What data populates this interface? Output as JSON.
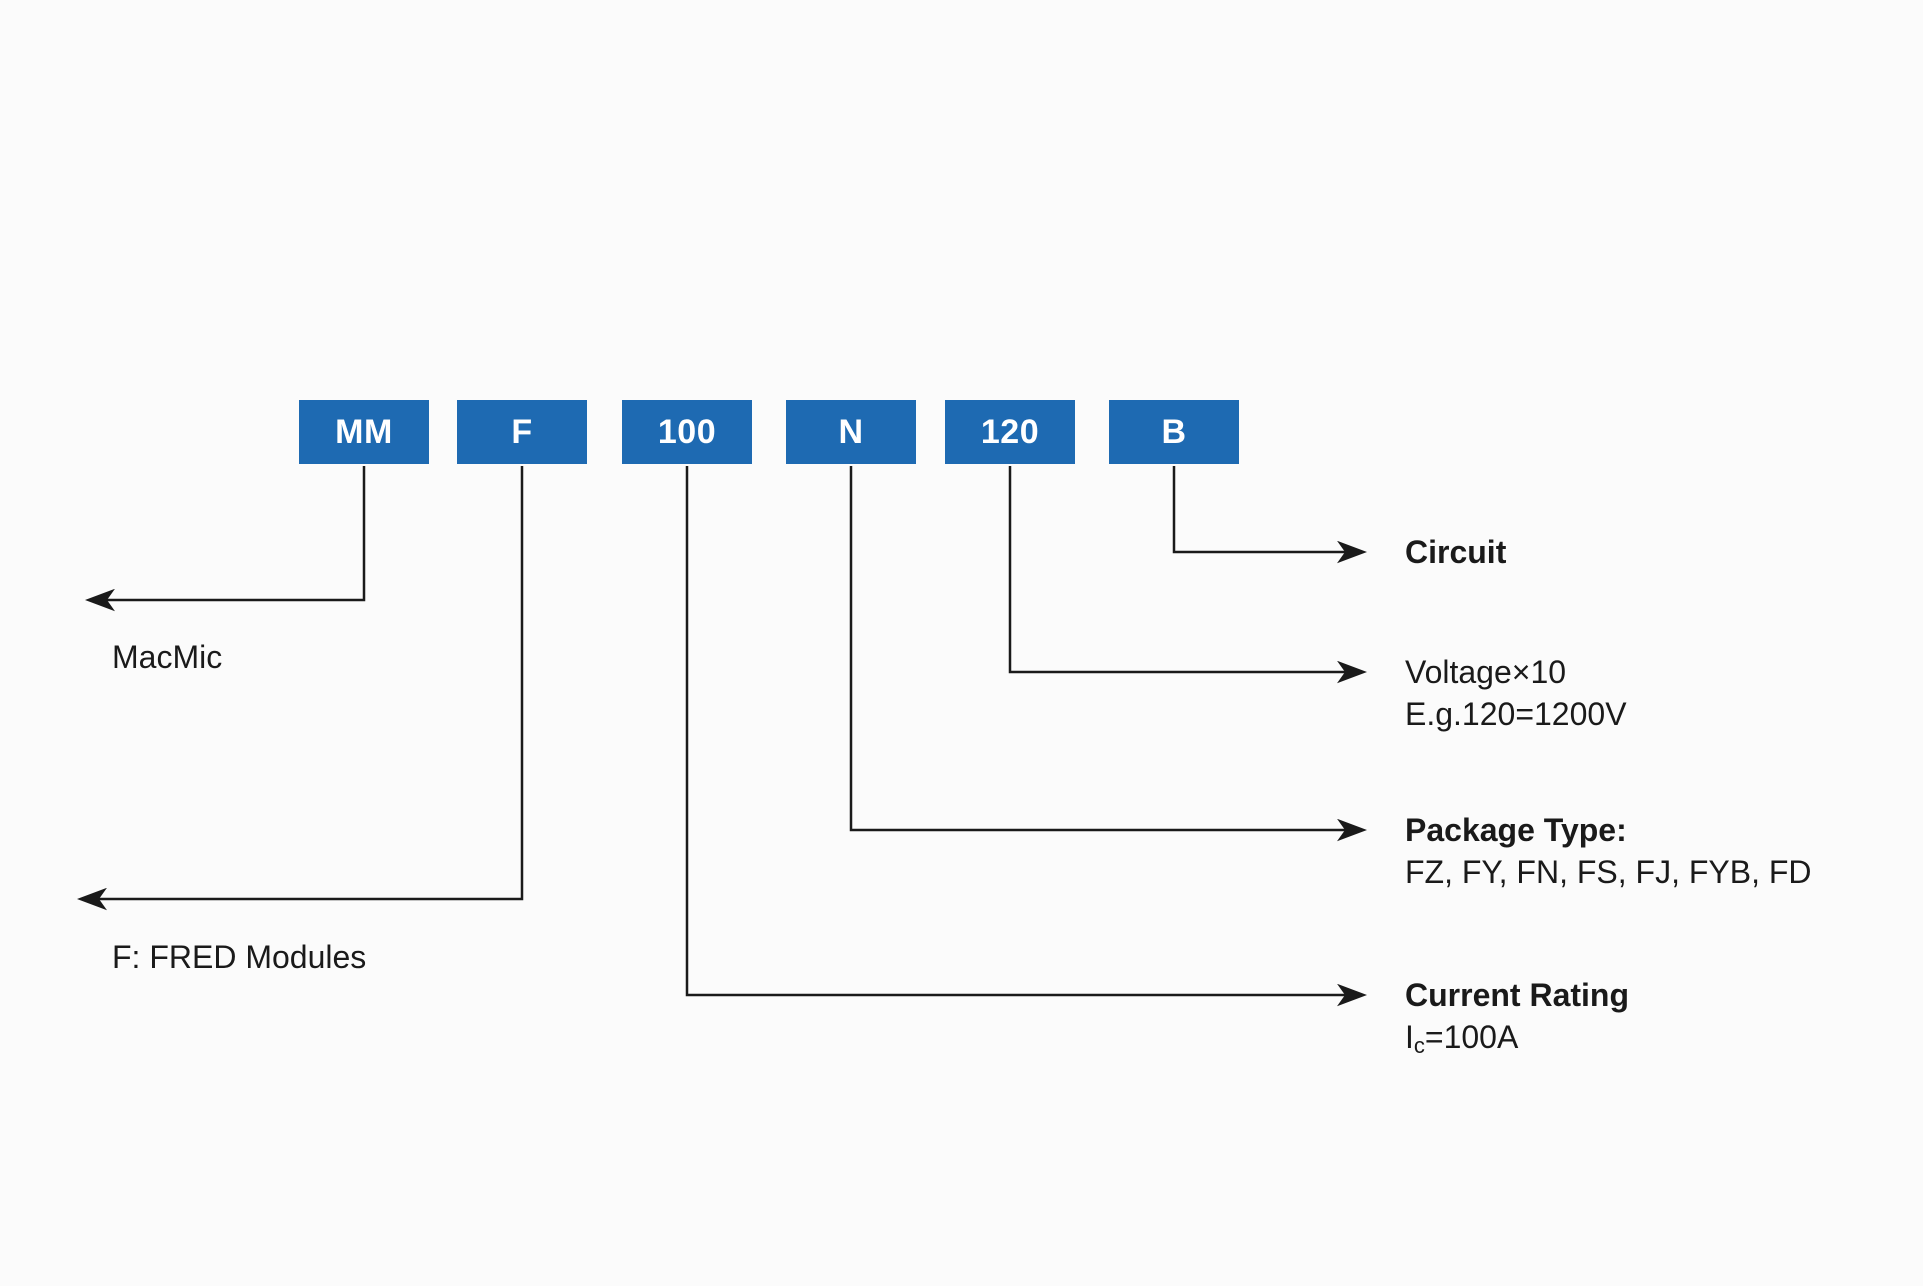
{
  "diagram": {
    "description_kind": "part-number-nomenclature",
    "part_number": {
      "segments": [
        "MM",
        "F",
        "100",
        "N",
        "120",
        "B"
      ]
    },
    "annotations": {
      "macmic": {
        "label": "MacMic"
      },
      "fred_modules": {
        "label": "F: FRED Modules"
      },
      "circuit": {
        "title": "Circuit"
      },
      "voltage": {
        "title": "Voltage×10",
        "example": "E.g.120=1200V"
      },
      "package_type": {
        "title": "Package Type:",
        "options": "FZ, FY, FN, FS, FJ, FYB, FD"
      },
      "current_rating": {
        "title": "Current Rating",
        "symbol_base": "I",
        "symbol_sub": "c",
        "value": "=100A"
      }
    },
    "colors": {
      "segment_background": "#1e6ab2",
      "segment_text": "#ffffff",
      "connector_line": "#1a1a1a",
      "label_text": "#1a1a1a",
      "page_background": "#fbfbfb"
    }
  }
}
